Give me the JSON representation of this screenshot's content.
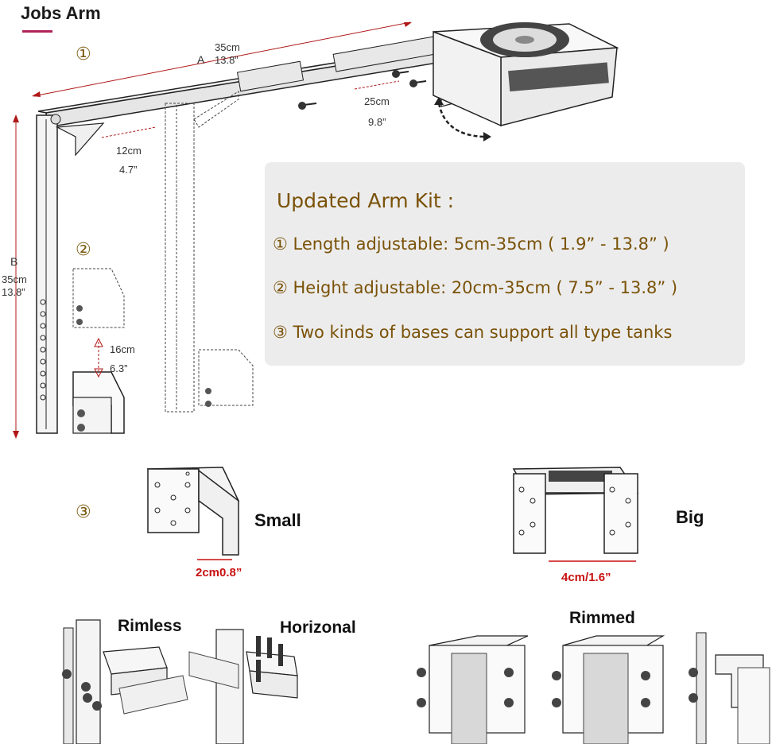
{
  "header": {
    "title": "Jobs Arm"
  },
  "markers": {
    "one": "①",
    "two": "②",
    "three": "③"
  },
  "arm": {
    "label_a": "A",
    "length_cm": "35cm",
    "length_in": "13.8”",
    "label_b": "B",
    "height_cm": "35cm",
    "height_in": "13.8”",
    "slide_cm": "12cm",
    "slide_in": "4.7”",
    "extend_cm": "25cm",
    "extend_in": "9.8”",
    "base_cm": "16cm",
    "base_in": "6.3”"
  },
  "kit": {
    "title": "Updated Arm Kit :",
    "items": [
      "① Length adjustable: 5cm-35cm ( 1.9” - 13.8” )",
      "② Height adjustable: 20cm-35cm ( 7.5” - 13.8” )",
      "③ Two kinds of bases can support all type tanks"
    ]
  },
  "bases": {
    "small_label": "Small",
    "small_size": "2cm0.8”",
    "big_label": "Big",
    "big_size": "4cm/1.6”"
  },
  "mounts": {
    "rimless": "Rimless",
    "horizonal": "Horizonal",
    "rimmed": "Rimmed"
  },
  "colors": {
    "accent": "#b0245a",
    "kit_text": "#7a5208",
    "dim_red": "#b01818"
  }
}
